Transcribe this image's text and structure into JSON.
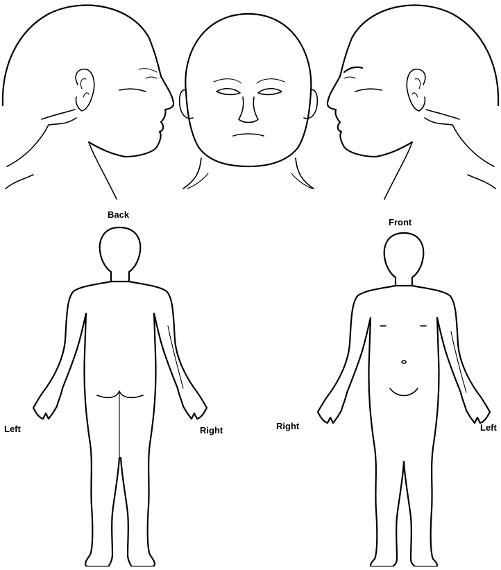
{
  "labels": {
    "back": "Back",
    "front": "Front",
    "back_left": "Left",
    "back_right": "Right",
    "front_right": "Right",
    "front_left": "Left"
  }
}
